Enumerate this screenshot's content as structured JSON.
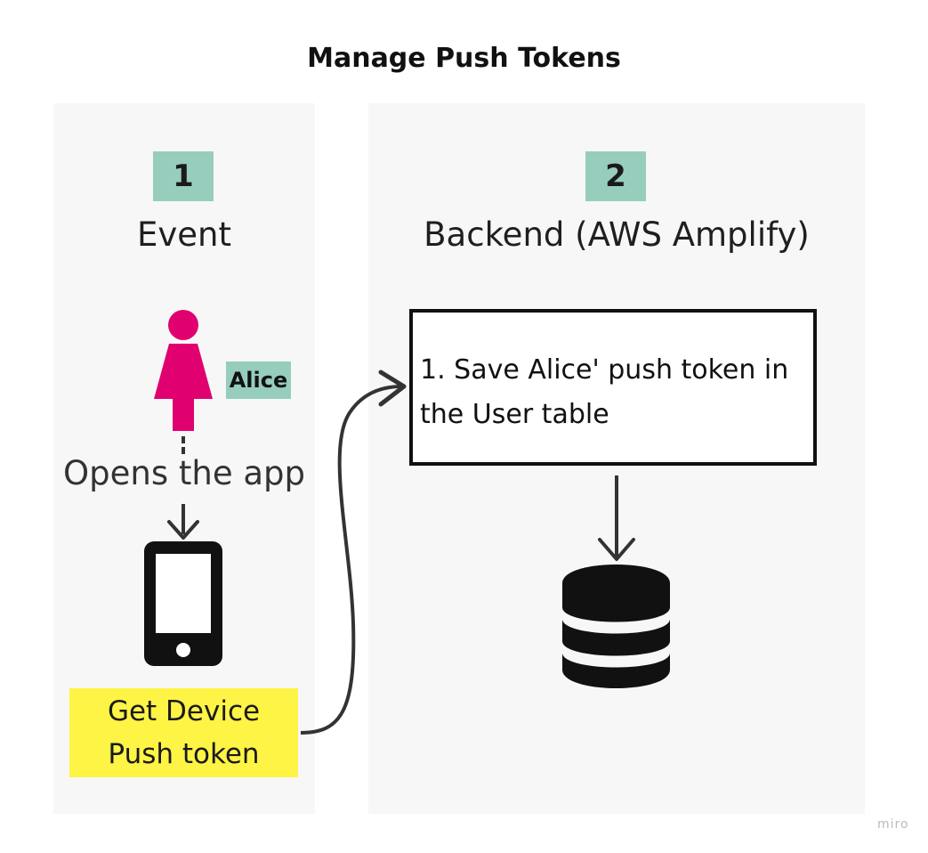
{
  "title": "Manage Push Tokens",
  "event_column": {
    "step_number": "1",
    "heading": "Event",
    "actor_label": "Alice",
    "connector_label": "Opens the app",
    "sticky_lines": [
      "Get Device",
      "Push token"
    ]
  },
  "backend_column": {
    "step_number": "2",
    "heading": "Backend (AWS Amplify)",
    "process_lines": [
      "1. Save Alice' push token in",
      "the User table"
    ]
  },
  "watermark": "miro",
  "colors": {
    "panel_bg": "#f7f7f7",
    "badge": "#96cdbd",
    "sticky": "#fef445",
    "person": "#e0006f",
    "connector": "#333333"
  },
  "icons": [
    "person-icon",
    "smartphone-icon",
    "database-icon"
  ]
}
